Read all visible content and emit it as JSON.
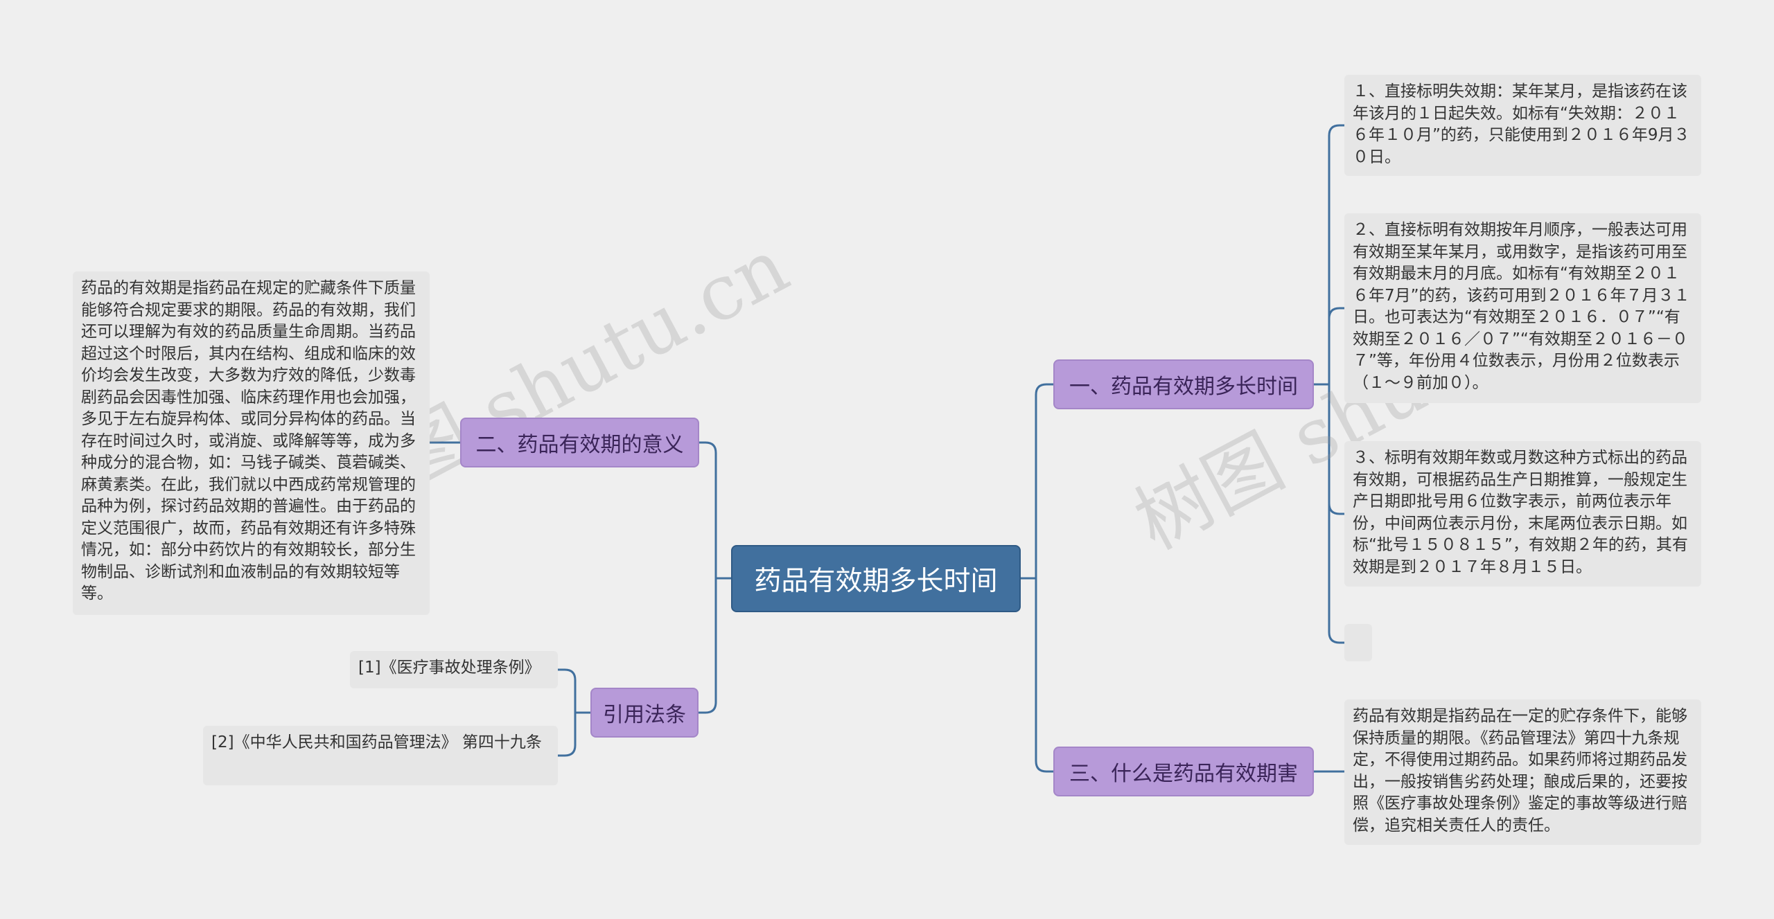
{
  "root": {
    "label": "药品有效期多长时间"
  },
  "branches": {
    "b1": {
      "label": "一、药品有效期多长时间"
    },
    "b2": {
      "label": "二、药品有效期的意义"
    },
    "b3": {
      "label": "引用法条"
    },
    "b4": {
      "label": "三、什么是药品有效期害"
    }
  },
  "leaves": {
    "l1": "１、直接标明失效期：某年某月，是指该药在该年该月的１日起失效。如标有“失效期：２０１６年１０月”的药，只能使用到２０１６年9月３０日。",
    "l2": "２、直接标明有效期按年月顺序，一般表达可用有效期至某年某月，或用数字，是指该药可用至有效期最末月的月底。如标有“有效期至２０１６年7月”的药，该药可用到２０１６年７月３１日。也可表达为“有效期至２０１６．０７”“有效期至２０１６／０７”“有效期至２０１６－０７”等，年份用４位数表示，月份用２位数表示（１～９前加０）。",
    "l3": "３、标明有效期年数或月数这种方式标出的药品有效期，可根据药品生产日期推算，一般规定生产日期即批号用６位数字表示，前两位表示年份，中间两位表示月份，末尾两位表示日期。如标“批号１５０８１５”，有效期２年的药，其有效期是到２０１７年８月１５日。",
    "l4": "",
    "l5": "药品有效期是指药品在一定的贮存条件下，能够保持质量的期限。《药品管理法》第四十九条规定，不得使用过期药品。如果药师将过期药品发出，一般按销售劣药处理；酿成后果的，还要按照《医疗事故处理条例》鉴定的事故等级进行赔偿，追究相关责任人的责任。",
    "l6": "药品的有效期是指药品在规定的贮藏条件下质量能够符合规定要求的期限。药品的有效期，我们还可以理解为有效的药品质量生命周期。当药品超过这个时限后，其内在结构、组成和临床的效价均会发生改变，大多数为疗效的降低，少数毒剧药品会因毒性加强、临床药理作用也会加强，多见于左右旋异构体、或同分异构体的药品。当存在时间过久时，或消旋、或降解等等，成为多种成分的混合物，如：马钱子碱类、莨菪碱类、麻黄素类。在此，我们就以中西成药常规管理的品种为例，探讨药品效期的普遍性。由于药品的定义范围很广，故而，药品有效期还有许多特殊情况，如：部分中药饮片的有效期较长，部分生物制品、诊断试剂和血液制品的有效期较短等等。",
    "l7": "[1]《医疗事故处理条例》",
    "l8": "[2]《中华人民共和国药品管理法》 第四十九条"
  },
  "watermark": "树图 shutu.cn",
  "colors": {
    "line": "#41709e",
    "root": "#41709e",
    "branch": "#b79ad9",
    "leaf": "#e6e6e6"
  }
}
